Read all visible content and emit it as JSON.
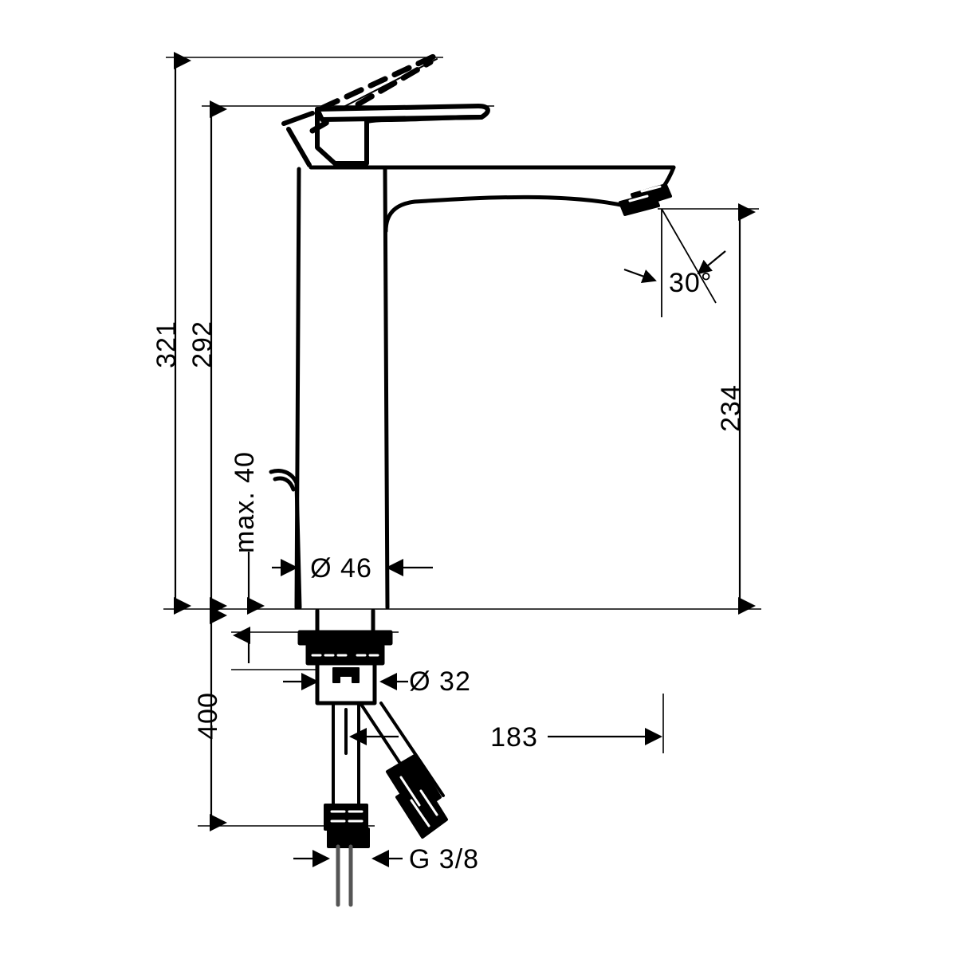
{
  "drawing": {
    "type": "technical-dimension-drawing",
    "subject": "single-lever basin mixer tap, side elevation",
    "background_color": "#ffffff",
    "line_color": "#000000",
    "dimension_units": "mm",
    "dimensions": {
      "overall_height_handle_raised": "321",
      "overall_height_handle_closed": "292",
      "spout_height": "234",
      "body_diameter": "Ø 46",
      "shank_diameter": "Ø 32",
      "max_deck_thickness": "max. 40",
      "supply_hose_length": "400",
      "spout_reach": "183",
      "connection_thread": "G 3/8",
      "spout_outlet_angle": "30°"
    },
    "labels": [
      {
        "name": "height-321",
        "text": "321",
        "orientation": "vertical"
      },
      {
        "name": "height-292",
        "text": "292",
        "orientation": "vertical"
      },
      {
        "name": "max-deck-thickness",
        "text": "max. 40",
        "orientation": "vertical"
      },
      {
        "name": "body-diameter",
        "text": "Ø 46",
        "orientation": "horizontal"
      },
      {
        "name": "spout-height-234",
        "text": "234",
        "orientation": "vertical"
      },
      {
        "name": "outlet-angle",
        "text": "30°",
        "orientation": "horizontal"
      },
      {
        "name": "shank-diameter",
        "text": "Ø 32",
        "orientation": "horizontal"
      },
      {
        "name": "hose-length-400",
        "text": "400",
        "orientation": "vertical"
      },
      {
        "name": "spout-reach-183",
        "text": "183",
        "orientation": "horizontal"
      },
      {
        "name": "thread-size",
        "text": "G 3/8",
        "orientation": "horizontal"
      }
    ]
  }
}
